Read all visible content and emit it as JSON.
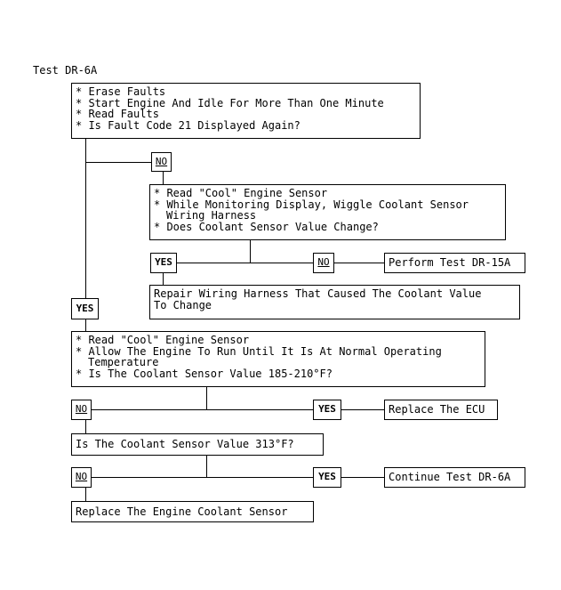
{
  "title": "Test DR-6A",
  "box1": {
    "lines": [
      "* Erase Faults",
      "* Start Engine And Idle For More Than One Minute",
      "* Read Faults",
      "* Is Fault Code 21 Displayed Again?"
    ]
  },
  "box2": {
    "lines": [
      "* Read \"Cool\" Engine Sensor",
      "* While Monitoring Display, Wiggle Coolant Sensor",
      "Wiring Harness",
      "* Does Coolant Sensor Value Change?"
    ]
  },
  "box3": {
    "text": "Perform Test DR-15A"
  },
  "box4": {
    "lines": [
      "Repair Wiring Harness That Caused The Coolant Value",
      "To Change"
    ]
  },
  "box5": {
    "lines": [
      "* Read \"Cool\" Engine Sensor",
      "* Allow The Engine To Run Until It Is At Normal Operating",
      "Temperature",
      "* Is The Coolant Sensor Value 185-210°F?"
    ]
  },
  "box6": {
    "text": "Replace The ECU"
  },
  "box7": {
    "text": "Is The Coolant Sensor Value 313°F?"
  },
  "box8": {
    "text": "Continue Test DR-6A"
  },
  "box9": {
    "text": "Replace The Engine Coolant Sensor"
  },
  "labels": {
    "no": "NO",
    "yes": "YES"
  }
}
